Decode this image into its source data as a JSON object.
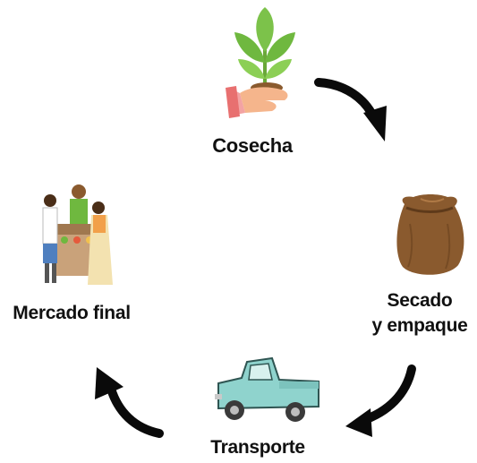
{
  "steps": {
    "cosecha": "Cosecha",
    "secado_line1": "Secado",
    "secado_line2": "y empaque",
    "transporte": "Transporte",
    "mercado": "Mercado final"
  },
  "icons": {
    "cosecha": "plant-in-hand-icon",
    "secado": "sack-icon",
    "transporte": "pickup-truck-icon",
    "mercado": "market-stall-icon",
    "arrows": "curved-arrow-icon"
  },
  "colors": {
    "leaf": "#79c043",
    "hand": "#f5b58c",
    "sack": "#8a5a2e",
    "truck": "#8fd3cd",
    "arrow": "#0a0a0a",
    "text": "#111111"
  }
}
